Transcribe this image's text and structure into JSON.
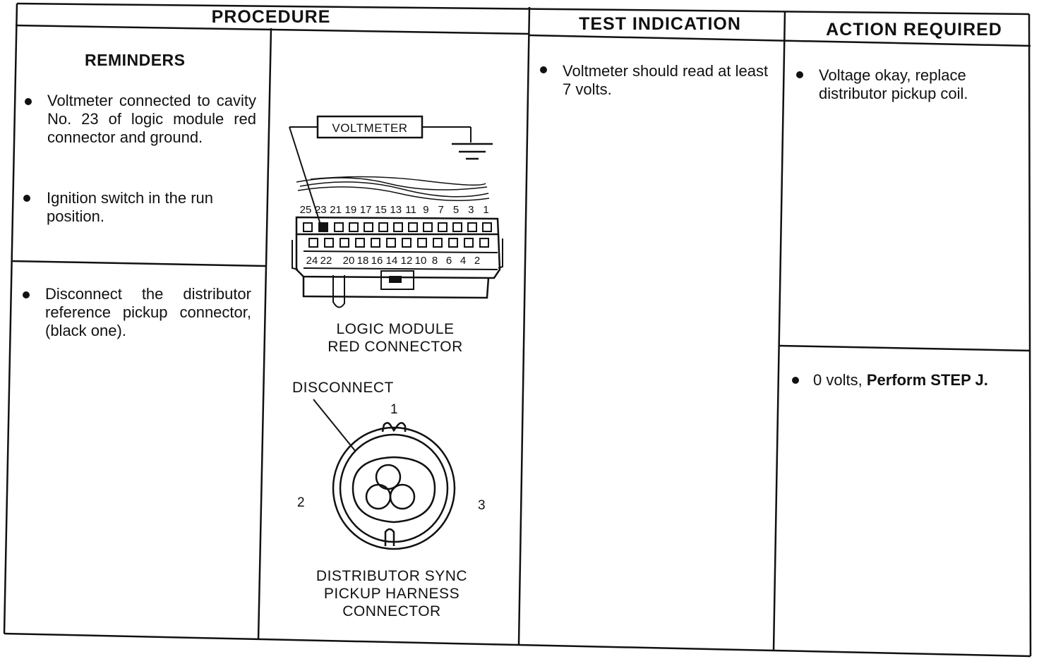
{
  "table": {
    "headers": {
      "procedure": "PROCEDURE",
      "test_indication": "TEST INDICATION",
      "action_required": "ACTION REQUIRED"
    },
    "reminders_title": "REMINDERS",
    "procedure_bullets": [
      "Voltmeter connected to cavity No. 23 of logic module red connector and ground.",
      "Ignition switch in the run position.",
      "Disconnect the distributor reference pickup connector, (black one)."
    ],
    "test_indication": "Voltmeter should read at least 7 volts.",
    "action_1": "Voltage okay, replace distributor pickup coil.",
    "action_2_prefix": "0 volts, ",
    "action_2_bold": "Perform STEP J."
  },
  "figure_logic_module": {
    "voltmeter_label": "VOLTMETER",
    "top_pins": [
      "25",
      "23",
      "21",
      "19",
      "17",
      "15",
      "13",
      "11",
      "9",
      "7",
      "5",
      "3",
      "1"
    ],
    "bottom_pins": [
      "24",
      "22",
      "20",
      "18",
      "16",
      "14",
      "12",
      "10",
      "8",
      "6",
      "4",
      "2"
    ],
    "caption_line1": "LOGIC MODULE",
    "caption_line2": "RED CONNECTOR"
  },
  "figure_sync_pickup": {
    "disconnect_label": "DISCONNECT",
    "pin_1": "1",
    "pin_2": "2",
    "pin_3": "3",
    "caption_line1": "DISTRIBUTOR SYNC",
    "caption_line2": "PICKUP HARNESS",
    "caption_line3": "CONNECTOR"
  }
}
